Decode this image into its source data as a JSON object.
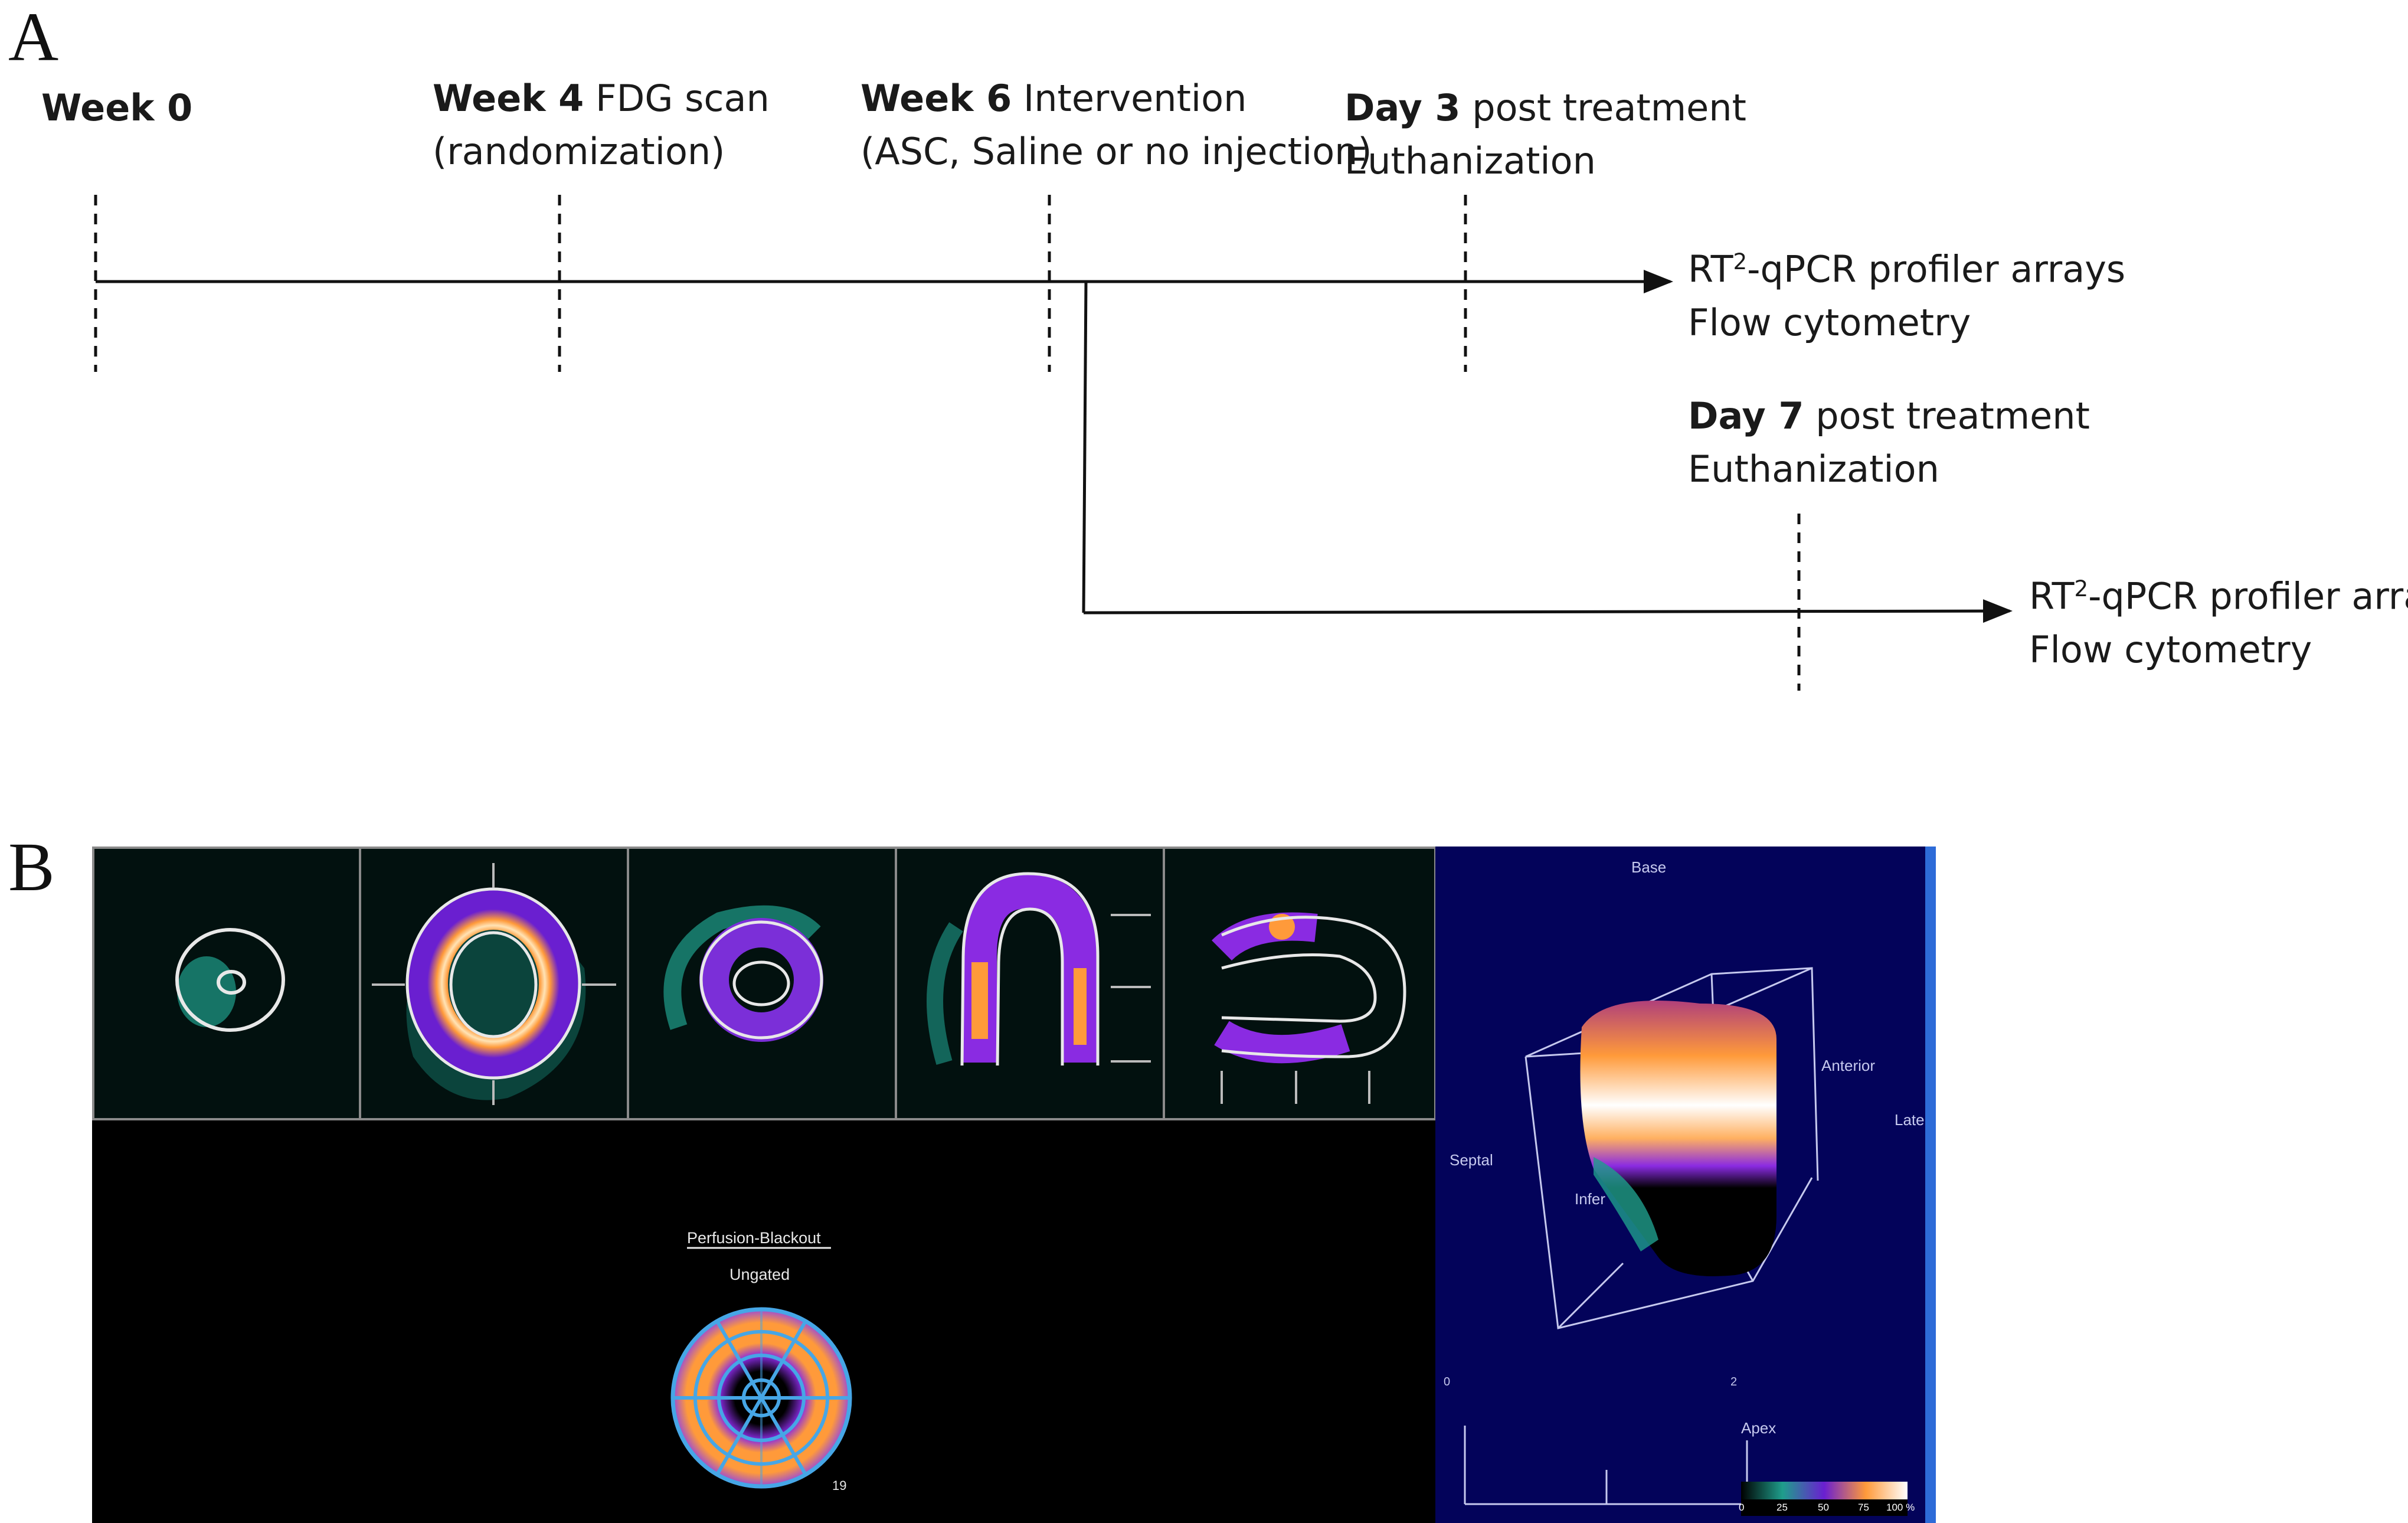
{
  "panel_a": {
    "letter": "A",
    "milestones": [
      {
        "bold": "Week 0",
        "text": "",
        "line2": ""
      },
      {
        "bold": "Week 4",
        "text": " FDG scan",
        "line2": "(randomization)"
      },
      {
        "bold": "Week 6",
        "text": " Intervention",
        "line2": "(ASC, Saline or no injection)"
      },
      {
        "bold": "Day 3",
        "text": " post treatment",
        "line2": "Euthanization"
      }
    ],
    "branch_milestone": {
      "bold": "Day 7",
      "text": " post treatment",
      "line2": "Euthanization"
    },
    "outcome": {
      "rt_prefix": "RT",
      "rt_sup": "2",
      "rt_suffix": "-qPCR profiler arrays",
      "flow": "Flow cytometry"
    }
  },
  "panel_b": {
    "letter": "B",
    "polar_map": {
      "title": "Perfusion-Blackout",
      "subtitle": "Ungated",
      "count": "19"
    },
    "render_3d": {
      "labels": {
        "base": "Base",
        "anterior": "Anterior",
        "lateral": "Late",
        "septal": "Septal",
        "inferior": "Infer",
        "apex": "Apex",
        "zero": "0",
        "two": "2"
      },
      "colorbar_ticks": [
        "0",
        "25",
        "50",
        "75",
        "100 %"
      ]
    },
    "colors": {
      "background": "#000000",
      "render_background": "#03035a",
      "contour": "#e8e8e8",
      "teal": "#1f9e8c",
      "purple": "#8a2be2",
      "orange": "#ff9a3a",
      "polar_grid": "#46a6e6"
    }
  }
}
